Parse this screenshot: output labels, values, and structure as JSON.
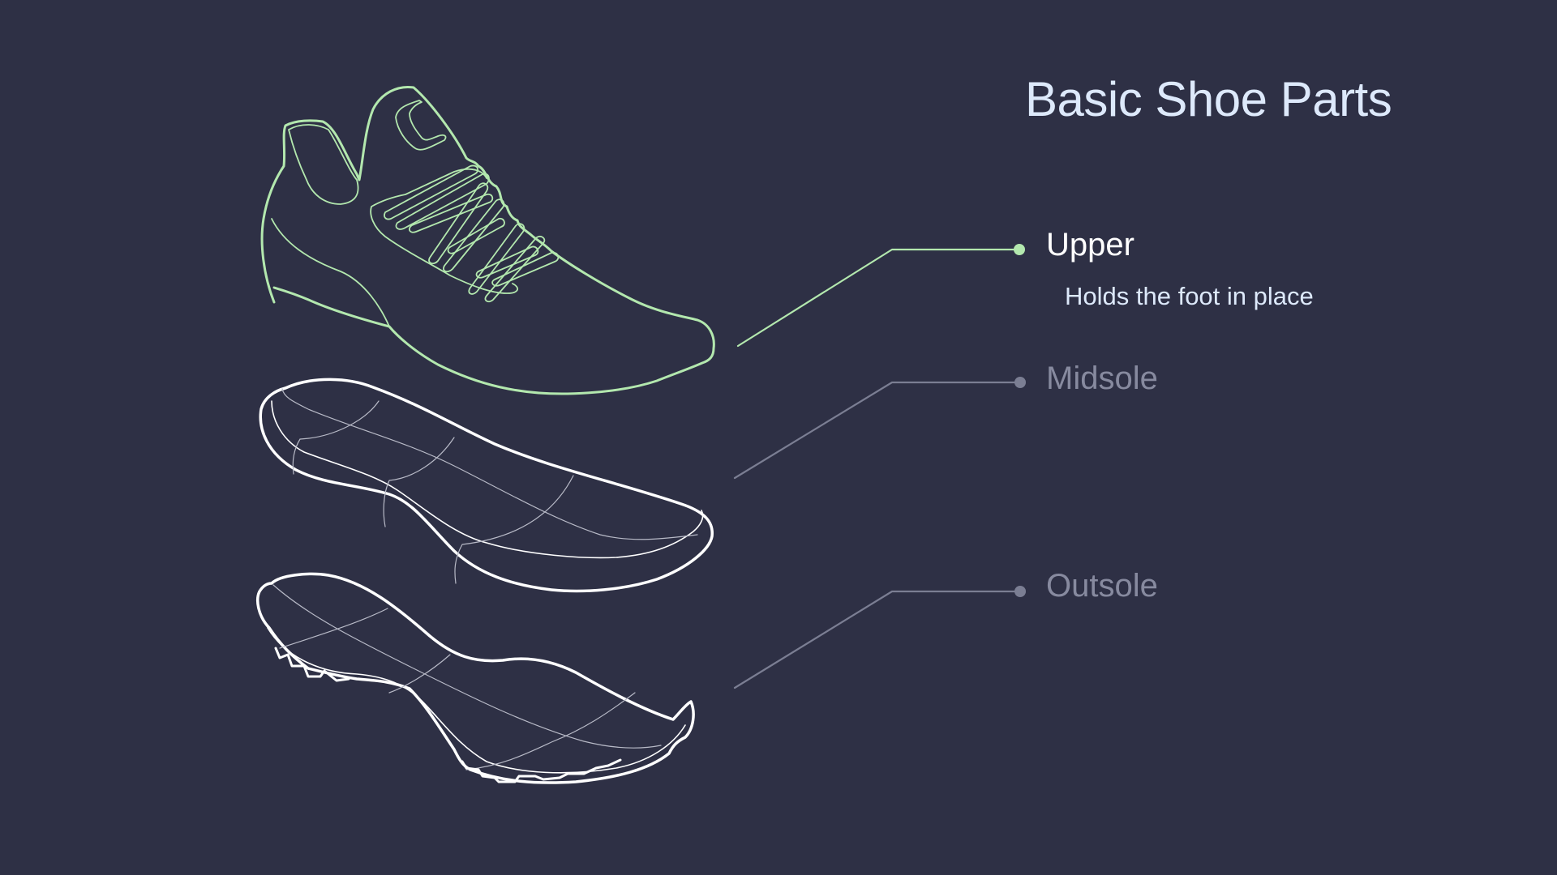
{
  "title": "Basic Shoe Parts",
  "colors": {
    "background": "#2e3045",
    "active": "#b3e8ae",
    "inactive": "#7b7e93",
    "text_primary": "#dde9fb",
    "outline": "#ffffff"
  },
  "parts": [
    {
      "id": "upper",
      "label": "Upper",
      "description": "Holds the foot in place",
      "state": "active",
      "icon": "shoe-upper-outline"
    },
    {
      "id": "midsole",
      "label": "Midsole",
      "description": "",
      "state": "inactive",
      "icon": "midsole-outline"
    },
    {
      "id": "outsole",
      "label": "Outsole",
      "description": "",
      "state": "inactive",
      "icon": "outsole-outline"
    }
  ]
}
